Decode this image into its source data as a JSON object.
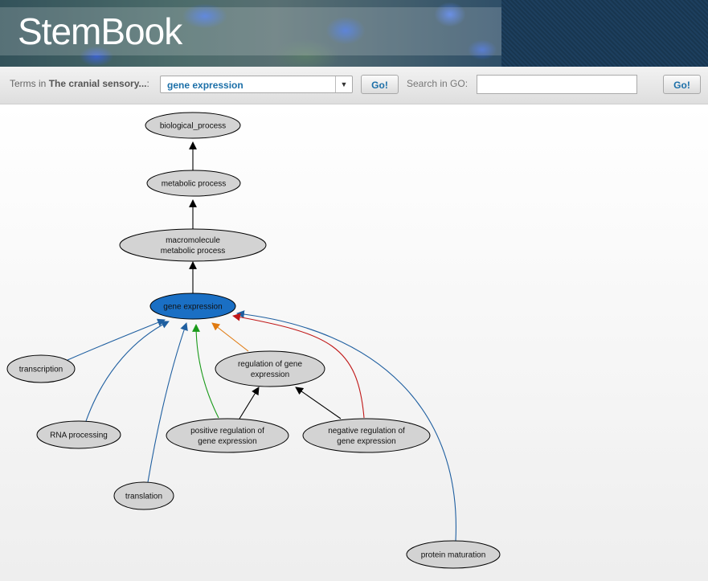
{
  "header": {
    "logo_text": "StemBook"
  },
  "toolbar": {
    "terms_prefix": "Terms in ",
    "terms_source": "The cranial sensory...",
    "terms_suffix": ":",
    "selected_term": "gene expression",
    "go_label": "Go!",
    "search_label": "Search in GO:",
    "search_placeholder": "",
    "search_go_label": "Go!"
  },
  "colors": {
    "selected_node_fill": "#1a6fc4",
    "node_fill": "#d3d3d3",
    "edge_is_a": "#000000",
    "edge_part_of": "#1f5fa0",
    "edge_regulates": "#e07a10",
    "edge_positively_regulates": "#1a9a1a",
    "edge_negatively_regulates": "#c01818"
  },
  "graph": {
    "nodes": [
      {
        "id": "bp",
        "lines": [
          "biological_process"
        ],
        "selected": false
      },
      {
        "id": "mp",
        "lines": [
          "metabolic process"
        ],
        "selected": false
      },
      {
        "id": "mmp",
        "lines": [
          "macromolecule",
          "metabolic process"
        ],
        "selected": false
      },
      {
        "id": "ge",
        "lines": [
          "gene expression"
        ],
        "selected": true
      },
      {
        "id": "tr",
        "lines": [
          "transcription"
        ],
        "selected": false
      },
      {
        "id": "rna",
        "lines": [
          "RNA processing"
        ],
        "selected": false
      },
      {
        "id": "trl",
        "lines": [
          "translation"
        ],
        "selected": false
      },
      {
        "id": "reg",
        "lines": [
          "regulation of gene",
          "expression"
        ],
        "selected": false
      },
      {
        "id": "pos",
        "lines": [
          "positive regulation of",
          "gene expression"
        ],
        "selected": false
      },
      {
        "id": "neg",
        "lines": [
          "negative regulation of",
          "gene expression"
        ],
        "selected": false
      },
      {
        "id": "pm",
        "lines": [
          "protein maturation"
        ],
        "selected": false
      }
    ],
    "edges": [
      {
        "from": "mp",
        "to": "bp",
        "type": "is_a"
      },
      {
        "from": "mmp",
        "to": "mp",
        "type": "is_a"
      },
      {
        "from": "ge",
        "to": "mmp",
        "type": "is_a"
      },
      {
        "from": "tr",
        "to": "ge",
        "type": "part_of"
      },
      {
        "from": "rna",
        "to": "ge",
        "type": "part_of"
      },
      {
        "from": "trl",
        "to": "ge",
        "type": "part_of"
      },
      {
        "from": "pm",
        "to": "ge",
        "type": "part_of"
      },
      {
        "from": "reg",
        "to": "ge",
        "type": "regulates"
      },
      {
        "from": "pos",
        "to": "ge",
        "type": "positively_regulates"
      },
      {
        "from": "neg",
        "to": "ge",
        "type": "negatively_regulates"
      },
      {
        "from": "pos",
        "to": "reg",
        "type": "is_a"
      },
      {
        "from": "neg",
        "to": "reg",
        "type": "is_a"
      }
    ]
  }
}
